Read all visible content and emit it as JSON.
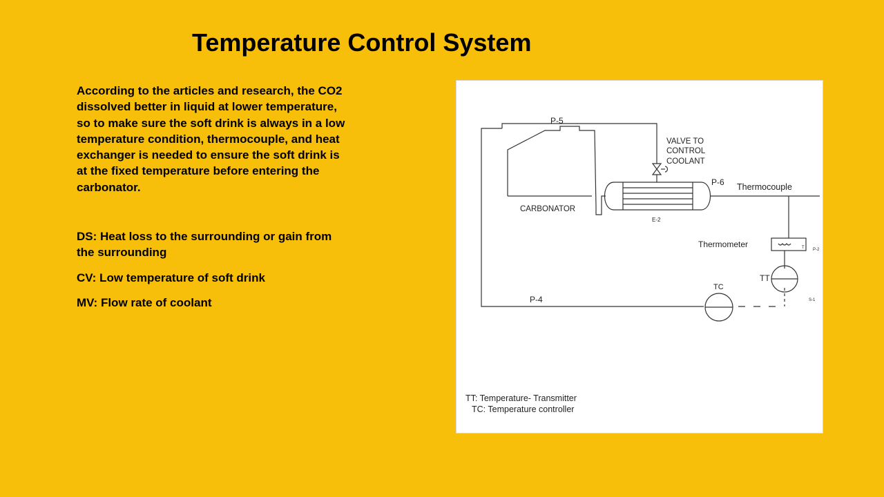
{
  "slide": {
    "title": "Temperature Control System",
    "intro_lines": [
      "According to the articles and research, the CO2",
      "dissolved better in liquid at lower temperature,",
      "so to make sure the soft drink is always in a low",
      "temperature condition, thermocouple, and heat",
      "exchanger is needed to ensure the soft drink is",
      "at the fixed temperature before entering the",
      "carbonator."
    ],
    "ds_lines": [
      "DS: Heat loss to the surrounding or gain from",
      "the surrounding"
    ],
    "cv": "CV: Low temperature of soft drink",
    "mv": "MV: Flow rate of coolant"
  },
  "diagram": {
    "labels": {
      "p5": "P-5",
      "p6": "P-6",
      "p4": "P-4",
      "valve_line1": "VALVE TO",
      "valve_line2": "CONTROL",
      "valve_line3": "COOLANT",
      "carbonator": "CARBONATOR",
      "exchanger_tag": "E-2",
      "thermocouple": "Thermocouple",
      "thermometer": "Thermometer",
      "thermometer_t": "T",
      "p2": "P-2",
      "tt": "TT",
      "tc": "TC",
      "s1": "S-1"
    },
    "legend": {
      "tt": "TT: Temperature- Transmitter",
      "tc": "TC: Temperature controller"
    }
  }
}
